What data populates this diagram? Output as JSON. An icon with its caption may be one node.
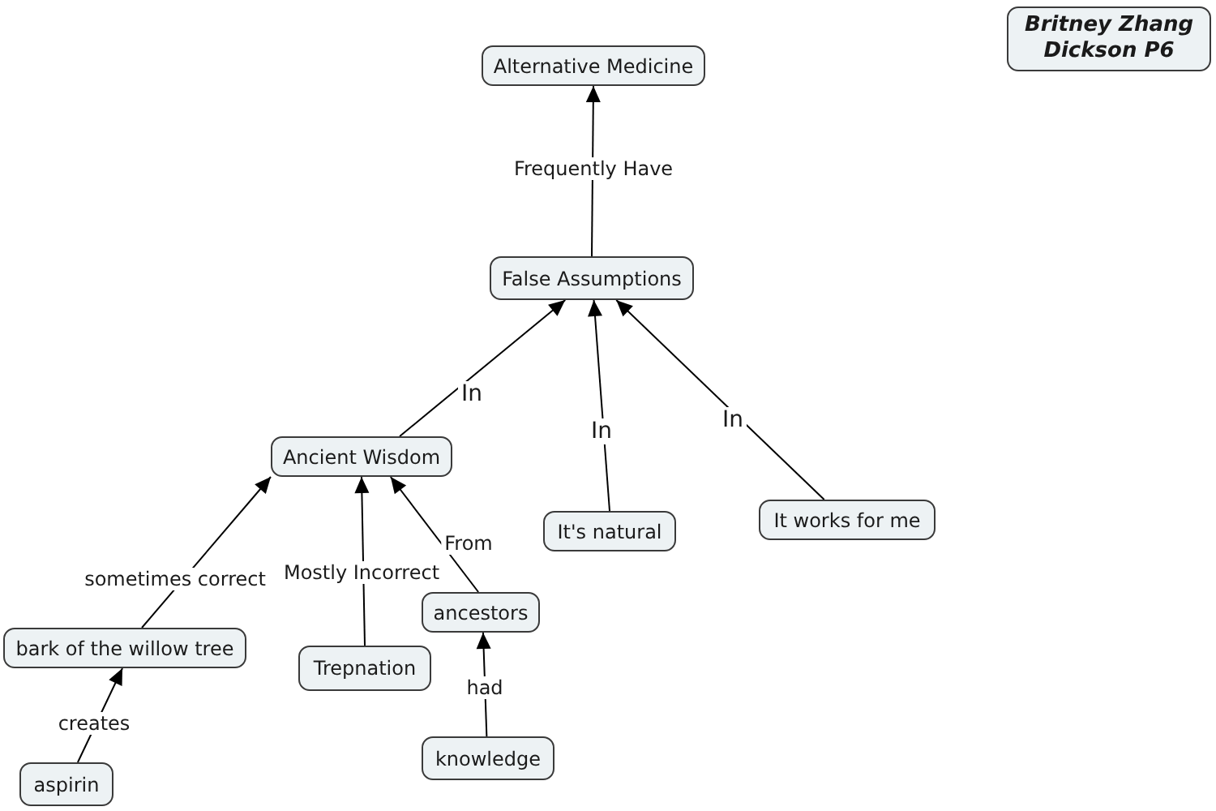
{
  "diagram": {
    "nodes": [
      {
        "text": [
          "Britney Zhang Dickson P6"
        ]
      },
      {
        "text": [
          "Alternative Medicine"
        ]
      },
      {
        "text": [
          "False Assumptions"
        ]
      },
      {
        "text": [
          "Ancient Wisdom"
        ]
      },
      {
        "text": [
          "It's natural"
        ]
      },
      {
        "text": [
          "It works for me"
        ]
      },
      {
        "text": [
          "bark of the willow tree"
        ]
      },
      {
        "text": [
          "Trepnation"
        ]
      },
      {
        "text": [
          "ancestors"
        ]
      },
      {
        "text": [
          "aspirin"
        ]
      },
      {
        "text": [
          "knowledge"
        ]
      }
    ],
    "edges": [
      {
        "from": 2,
        "to": 1,
        "arrow": "to",
        "label": "Frequently Have"
      },
      {
        "from": 3,
        "to": 2,
        "arrow": "to",
        "label": "In"
      },
      {
        "from": 4,
        "to": 2,
        "arrow": "to",
        "label": "In"
      },
      {
        "from": 5,
        "to": 2,
        "arrow": "to",
        "label": "In"
      },
      {
        "from": 6,
        "to": 3,
        "arrow": "to",
        "label": "sometimes correct"
      },
      {
        "from": 7,
        "to": 3,
        "arrow": "to",
        "label": "Mostly Incorrect"
      },
      {
        "from": 8,
        "to": 3,
        "arrow": "to",
        "label": "From"
      },
      {
        "from": 9,
        "to": 6,
        "arrow": "to",
        "label": "creates"
      },
      {
        "from": 10,
        "to": 8,
        "arrow": "to",
        "label": "had"
      }
    ]
  }
}
